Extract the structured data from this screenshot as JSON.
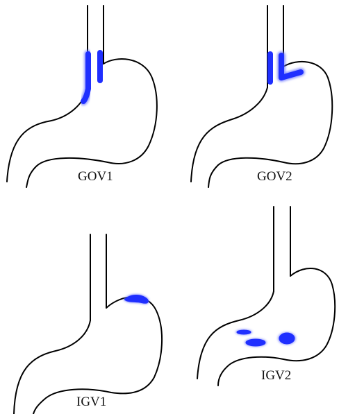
{
  "panels": [
    {
      "id": "gov1",
      "label": "GOV1"
    },
    {
      "id": "gov2",
      "label": "GOV2"
    },
    {
      "id": "igv1",
      "label": "IGV1"
    },
    {
      "id": "igv2",
      "label": "IGV2"
    }
  ],
  "colors": {
    "outline": "#000000",
    "varix": "#1f2fff",
    "varix_glow": "#6f78ff"
  }
}
